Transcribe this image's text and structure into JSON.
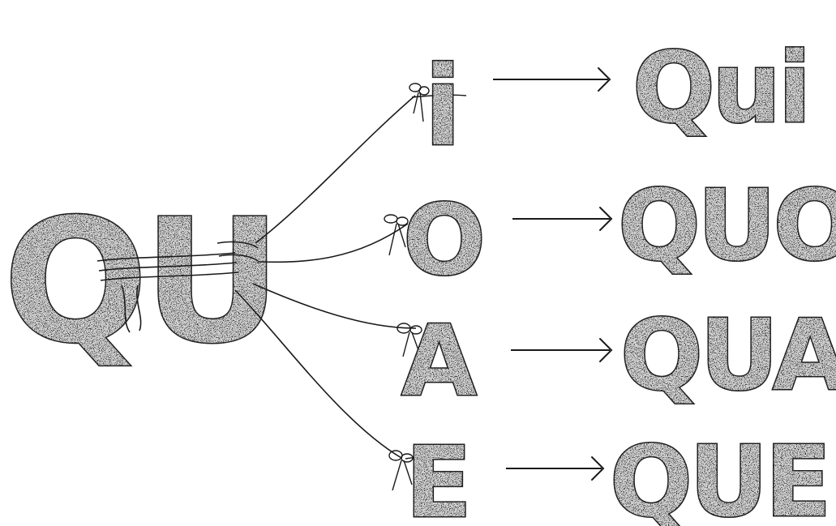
{
  "source_word": "QU",
  "vowels": [
    "i",
    "O",
    "A",
    "E"
  ],
  "results": [
    "Qui",
    "QUO",
    "QUA",
    "QUE"
  ],
  "colors": {
    "ink": "#1a1a1a",
    "letter_fill": "#cfcfcf",
    "background": "#ffffff"
  }
}
